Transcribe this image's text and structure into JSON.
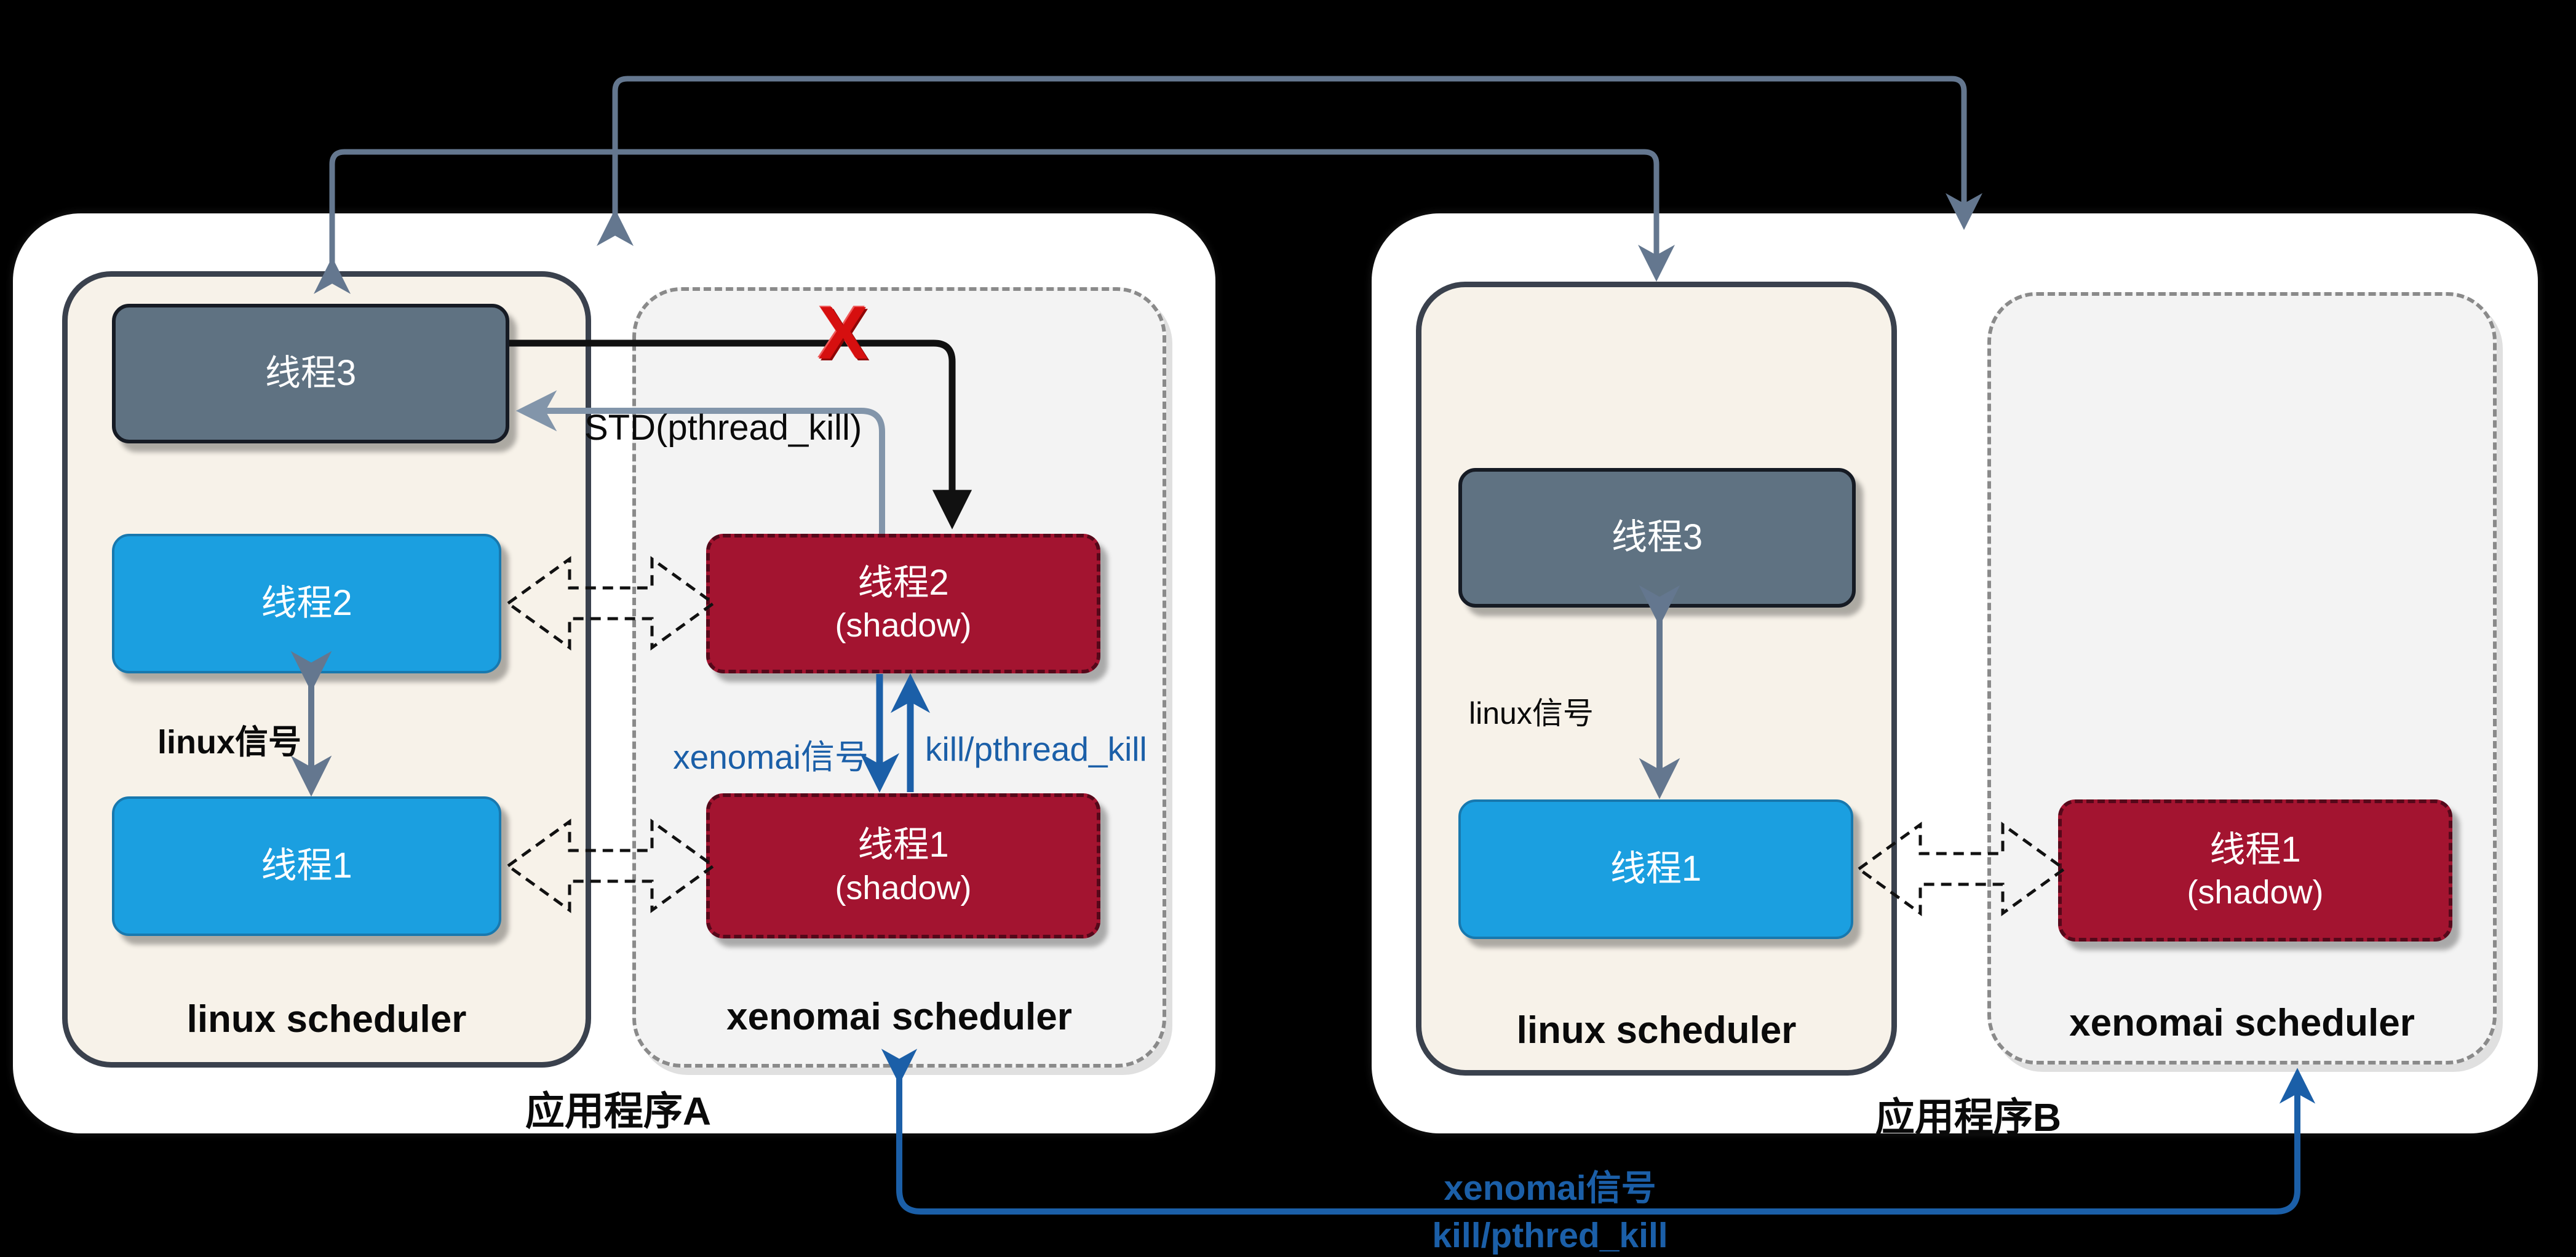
{
  "app_a": {
    "title": "应用程序A",
    "linux_scheduler": {
      "label": "linux scheduler",
      "threads": [
        {
          "label": "线程3"
        },
        {
          "label": "线程2"
        },
        {
          "label": "线程1"
        }
      ]
    },
    "xenomai_scheduler": {
      "label": "xenomai scheduler",
      "threads": [
        {
          "label": "线程2",
          "sub": "(shadow)"
        },
        {
          "label": "线程1",
          "sub": "(shadow)"
        }
      ]
    },
    "annotations": {
      "std_call": "STD(pthread_kill)",
      "blocked_mark": "X",
      "linux_signal": "linux信号",
      "xenomai_signal": "xenomai信号",
      "kill_call": "kill/pthread_kill"
    }
  },
  "app_b": {
    "title": "应用程序B",
    "linux_scheduler": {
      "label": "linux scheduler",
      "threads": [
        {
          "label": "线程3"
        },
        {
          "label": "线程1"
        }
      ]
    },
    "xenomai_scheduler": {
      "label": "xenomai scheduler",
      "threads": [
        {
          "label": "线程1",
          "sub": "(shadow)"
        }
      ]
    },
    "annotations": {
      "linux_signal": "linux信号"
    }
  },
  "bottom_link": {
    "xenomai_signal": "xenomai信号",
    "kill_call": "kill/pthred_kill"
  },
  "colors": {
    "slate_arrow": "#64778f",
    "std_arrow": "#8295aa",
    "black_arrow": "#111111",
    "blue_arrow": "#1b5fa8",
    "crimson_box": "#a31430",
    "blue_box": "#1b9fe0",
    "gray_box": "#5f7282",
    "cream_box": "#f7f2e9",
    "xenomai_fill": "#f3f3f3",
    "blocked_x": "#d60f0f"
  }
}
